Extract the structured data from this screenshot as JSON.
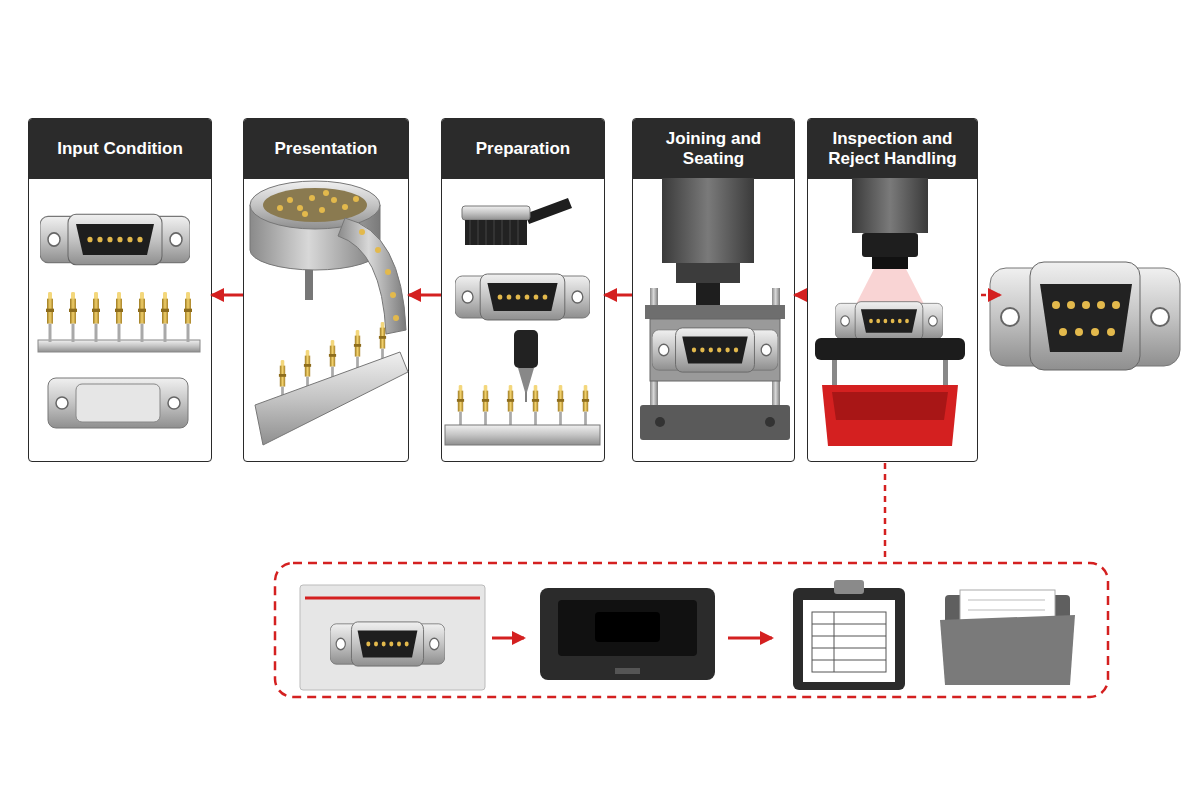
{
  "diagram": {
    "nodes": [
      {
        "text": [
          "Input Condition"
        ]
      },
      {
        "text": [
          "Presentation"
        ]
      },
      {
        "text": [
          "Preparation"
        ]
      },
      {
        "text": [
          "Joining and Seating"
        ]
      },
      {
        "text": [
          "Inspection and Reject Handling"
        ]
      }
    ],
    "edges": [
      {
        "from": 1,
        "to": 0,
        "arrow": "to"
      },
      {
        "from": 2,
        "to": 1,
        "arrow": "to"
      },
      {
        "from": 3,
        "to": 2,
        "arrow": "to"
      },
      {
        "from": 4,
        "to": 3,
        "arrow": "to"
      }
    ]
  }
}
